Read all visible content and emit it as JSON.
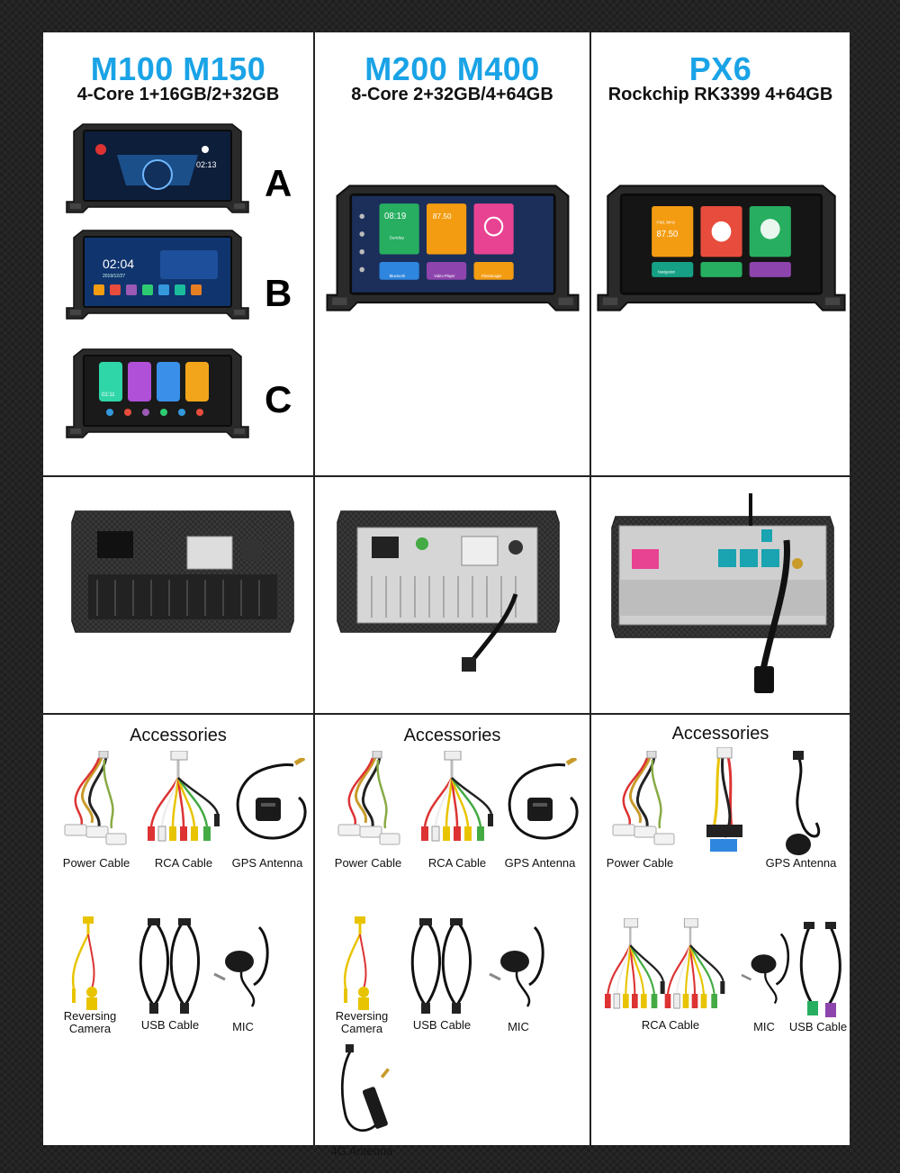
{
  "columns": [
    {
      "model": "M100 M150",
      "spec": "4-Core 1+16GB/2+32GB"
    },
    {
      "model": "M200 M400",
      "spec": "8-Core 2+32GB/4+64GB"
    },
    {
      "model": "PX6",
      "spec": "Rockchip RK3399 4+64GB"
    }
  ],
  "variants": [
    "A",
    "B",
    "C"
  ],
  "screens": {
    "a_time": "02:13",
    "b_time": "02:04",
    "b_date": "2019/12/27",
    "c_time": "02:11",
    "m200_time": "08:19",
    "m200_day": "Sunday",
    "m200_freq": "87.50",
    "m200_tiles": [
      "Bluetooth",
      "Video Player",
      "FileManager"
    ],
    "px6_band": "FM1 MHz",
    "px6_freq": "87.50",
    "px6_tile": "Navigation"
  },
  "accessories_title": "Accessories",
  "accessories": {
    "col1": {
      "row1": [
        "Power Cable",
        "RCA Cable",
        "GPS Antenna"
      ],
      "row2": [
        "Reversing Camera",
        "USB Cable",
        "MIC"
      ]
    },
    "col2": {
      "row1": [
        "Power Cable",
        "RCA Cable",
        "GPS Antenna"
      ],
      "row2": [
        "Reversing Camera",
        "USB Cable",
        "MIC"
      ],
      "row3": [
        "4G Antenna"
      ]
    },
    "col3": {
      "row1": [
        "Power Cable",
        "GPS Antenna"
      ],
      "row2": [
        "RCA Cable",
        "MIC",
        "USB Cable"
      ]
    }
  },
  "colors": {
    "model_blue": "#1aa3e6",
    "panel": "#ffffff",
    "divider": "#222222",
    "background": "#1f1f1f"
  }
}
